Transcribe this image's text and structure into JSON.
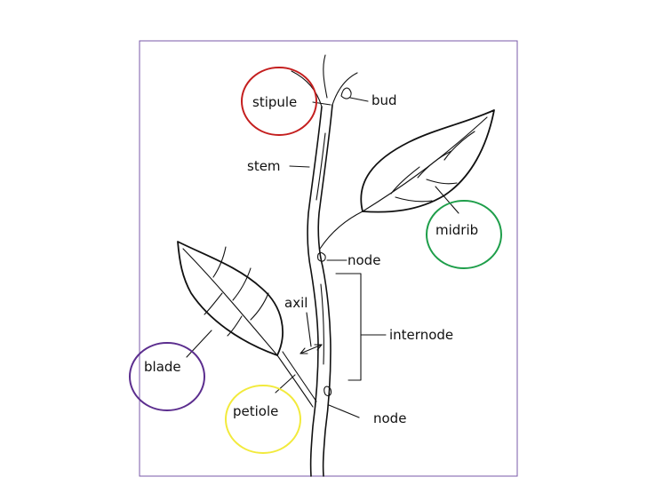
{
  "labels": {
    "stipule": "stipule",
    "bud": "bud",
    "stem": "stem",
    "midrib": "midrib",
    "node_upper": "node",
    "axil": "axil",
    "internode": "internode",
    "blade": "blade",
    "petiole": "petiole",
    "node_lower": "node"
  },
  "colors": {
    "frame": "#7a5aa8",
    "ink": "#111111",
    "stipule_circle": "#c41e1e",
    "midrib_circle": "#1e9e4a",
    "blade_circle": "#5b2d8e",
    "petiole_circle": "#f2ea3c"
  }
}
